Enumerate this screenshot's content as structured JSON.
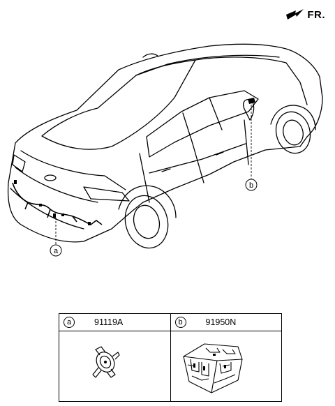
{
  "front_indicator": {
    "label": "FR.",
    "icon": "arrow-icon"
  },
  "callouts": [
    {
      "id": "a",
      "label": "a"
    },
    {
      "id": "b",
      "label": "b"
    }
  ],
  "parts_table": [
    {
      "callout": "a",
      "part_number": "91119A",
      "icon": "grommet-connector-icon"
    },
    {
      "callout": "b",
      "part_number": "91950N",
      "icon": "junction-block-icon"
    }
  ]
}
